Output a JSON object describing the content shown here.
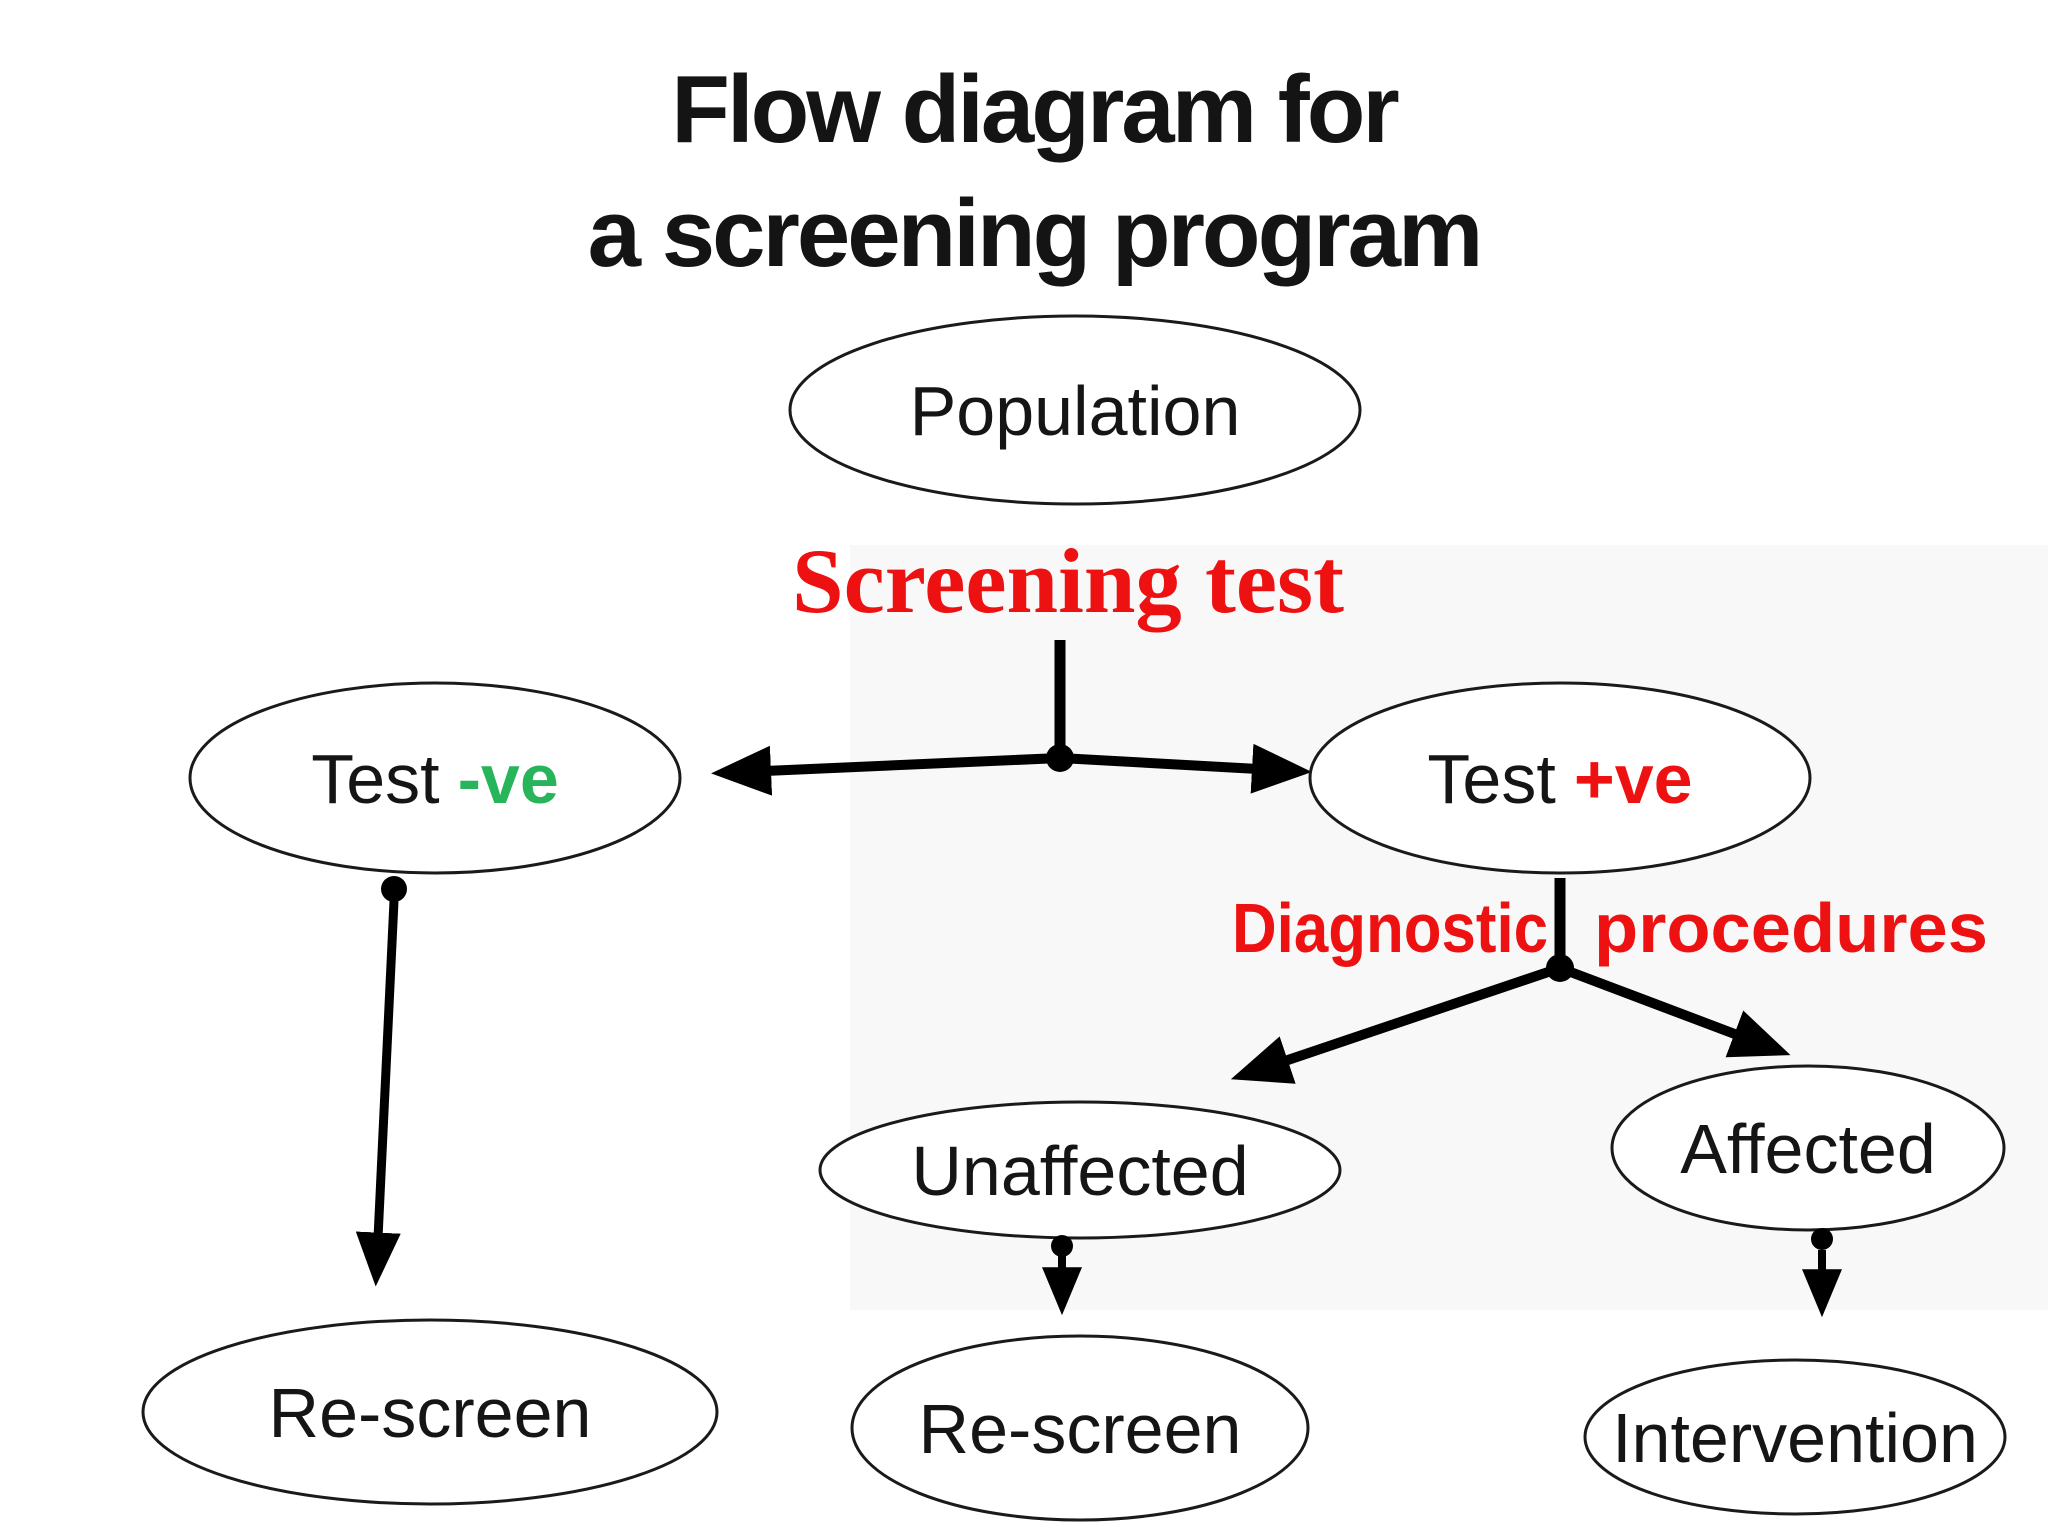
{
  "title": {
    "line1": "Flow diagram for",
    "line2": "a screening program"
  },
  "annotations": {
    "screening_test": {
      "label": "Screening test"
    },
    "diagnostic_procedures": {
      "word1": "Diagnostic",
      "word2": "procedures"
    }
  },
  "nodes": {
    "population": {
      "label": "Population"
    },
    "test_negative": {
      "prefix": "Test",
      "qualifier": "-ve"
    },
    "test_positive": {
      "prefix": "Test",
      "qualifier": "+ve"
    },
    "unaffected": {
      "label": "Unaffected"
    },
    "affected": {
      "label": "Affected"
    },
    "rescreen_left": {
      "label": "Re-screen"
    },
    "rescreen_middle": {
      "label": "Re-screen"
    },
    "intervention": {
      "label": "Intervention"
    }
  },
  "colors": {
    "background": "#ffffff",
    "ink": "#111111",
    "ellipse_stroke": "#1a1a1a",
    "annotation_red": "#ee1111",
    "negative_green": "#28b45a",
    "positive_red": "#ee1111"
  }
}
